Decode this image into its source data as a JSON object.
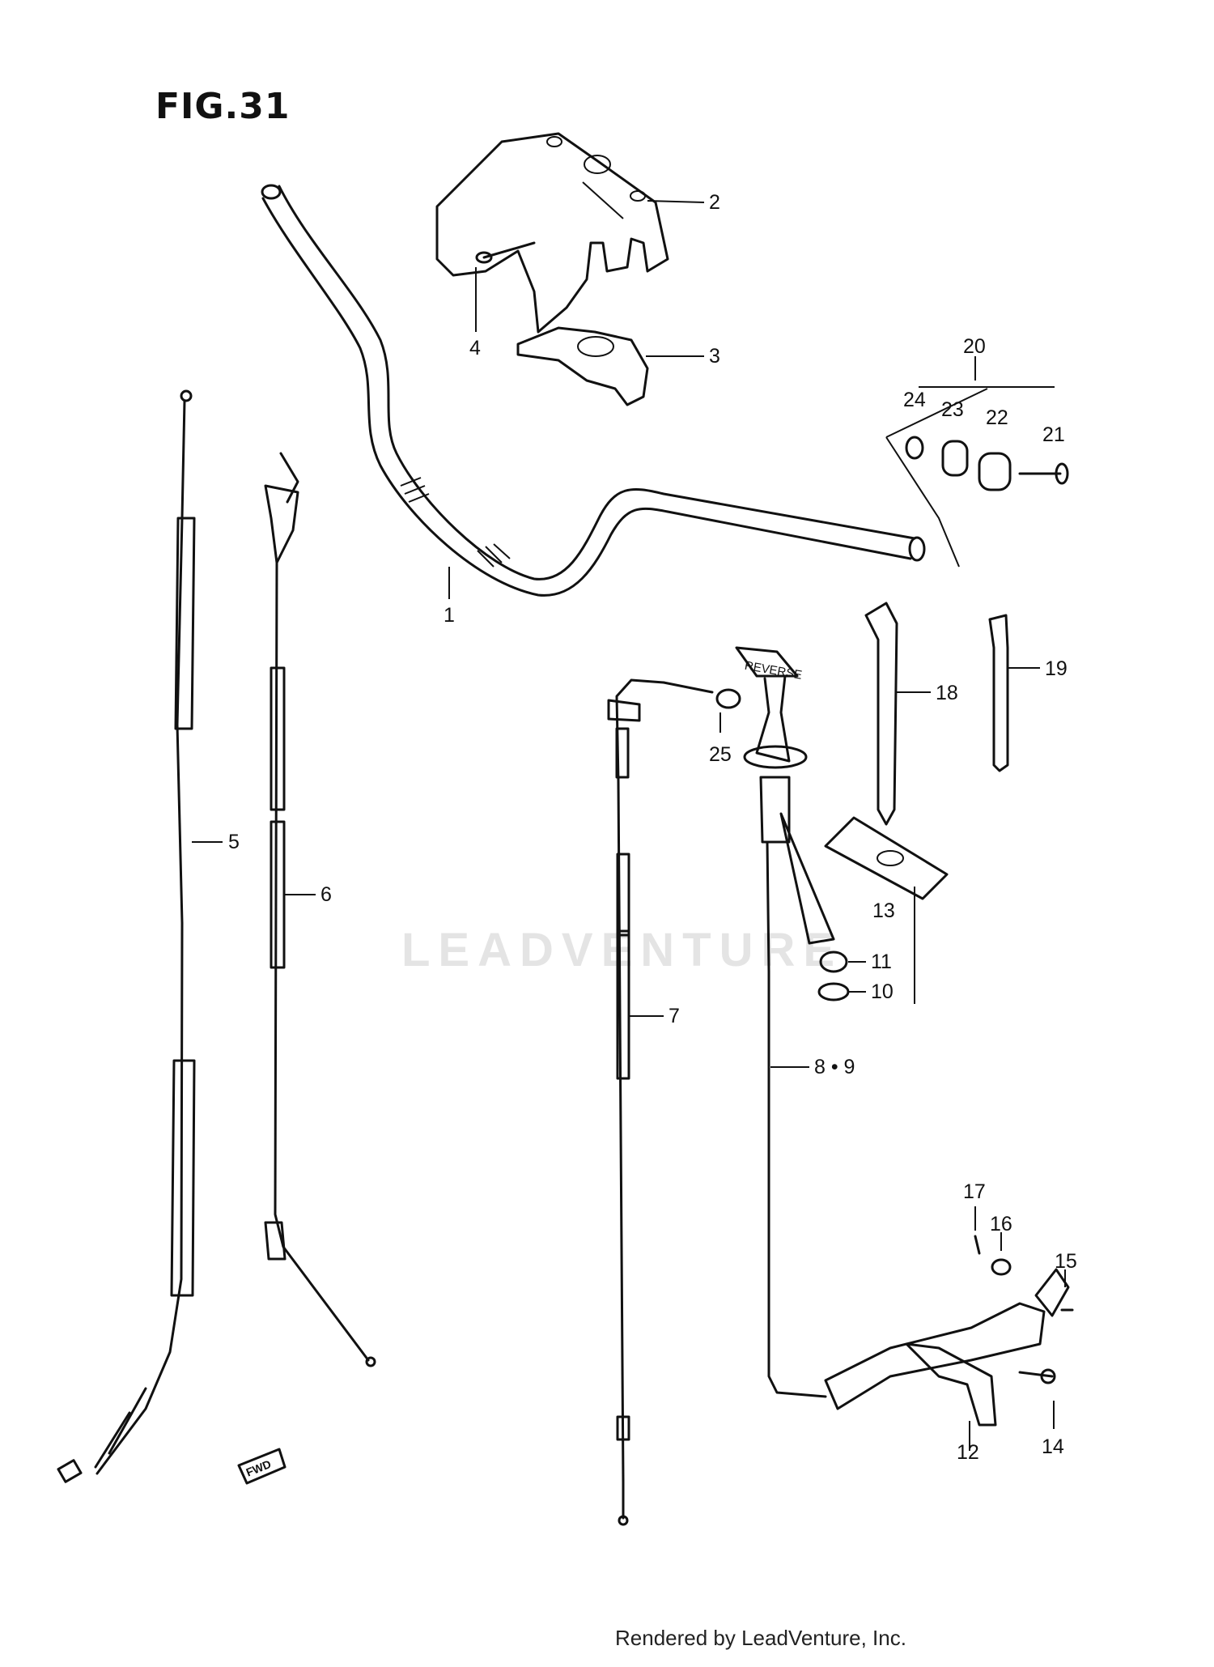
{
  "figure": {
    "title": "FIG.31",
    "watermark": "LEADVENTURE",
    "footer": "Rendered by LeadVenture, Inc.",
    "direction_badge": "FWD"
  },
  "callouts": [
    {
      "id": "c1",
      "text": "1"
    },
    {
      "id": "c2",
      "text": "2"
    },
    {
      "id": "c3",
      "text": "3"
    },
    {
      "id": "c4",
      "text": "4"
    },
    {
      "id": "c5",
      "text": "5"
    },
    {
      "id": "c6",
      "text": "6"
    },
    {
      "id": "c7",
      "text": "7"
    },
    {
      "id": "c89",
      "text": "8 • 9"
    },
    {
      "id": "c10",
      "text": "10"
    },
    {
      "id": "c11",
      "text": "11"
    },
    {
      "id": "c12",
      "text": "12"
    },
    {
      "id": "c13",
      "text": "13"
    },
    {
      "id": "c14",
      "text": "14"
    },
    {
      "id": "c15",
      "text": "15"
    },
    {
      "id": "c16",
      "text": "16"
    },
    {
      "id": "c17",
      "text": "17"
    },
    {
      "id": "c18",
      "text": "18"
    },
    {
      "id": "c19",
      "text": "19"
    },
    {
      "id": "c20",
      "text": "20"
    },
    {
      "id": "c21",
      "text": "21"
    },
    {
      "id": "c22",
      "text": "22"
    },
    {
      "id": "c23",
      "text": "23"
    },
    {
      "id": "c24",
      "text": "24"
    },
    {
      "id": "c25",
      "text": "25"
    }
  ],
  "reverse_knob_label": "REVERSE"
}
